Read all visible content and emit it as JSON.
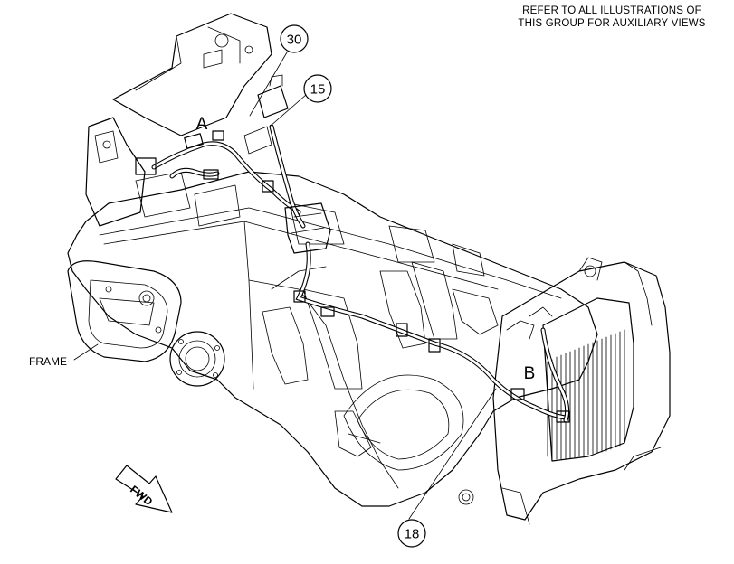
{
  "note": {
    "line1": "REFER TO ALL ILLUSTRATIONS OF",
    "line2": "THIS GROUP FOR AUXILIARY VIEWS"
  },
  "callouts": [
    "30",
    "15",
    "18"
  ],
  "view_letters": [
    "A",
    "B"
  ],
  "labels": {
    "frame": "FRAME",
    "fwd": "FWD"
  }
}
